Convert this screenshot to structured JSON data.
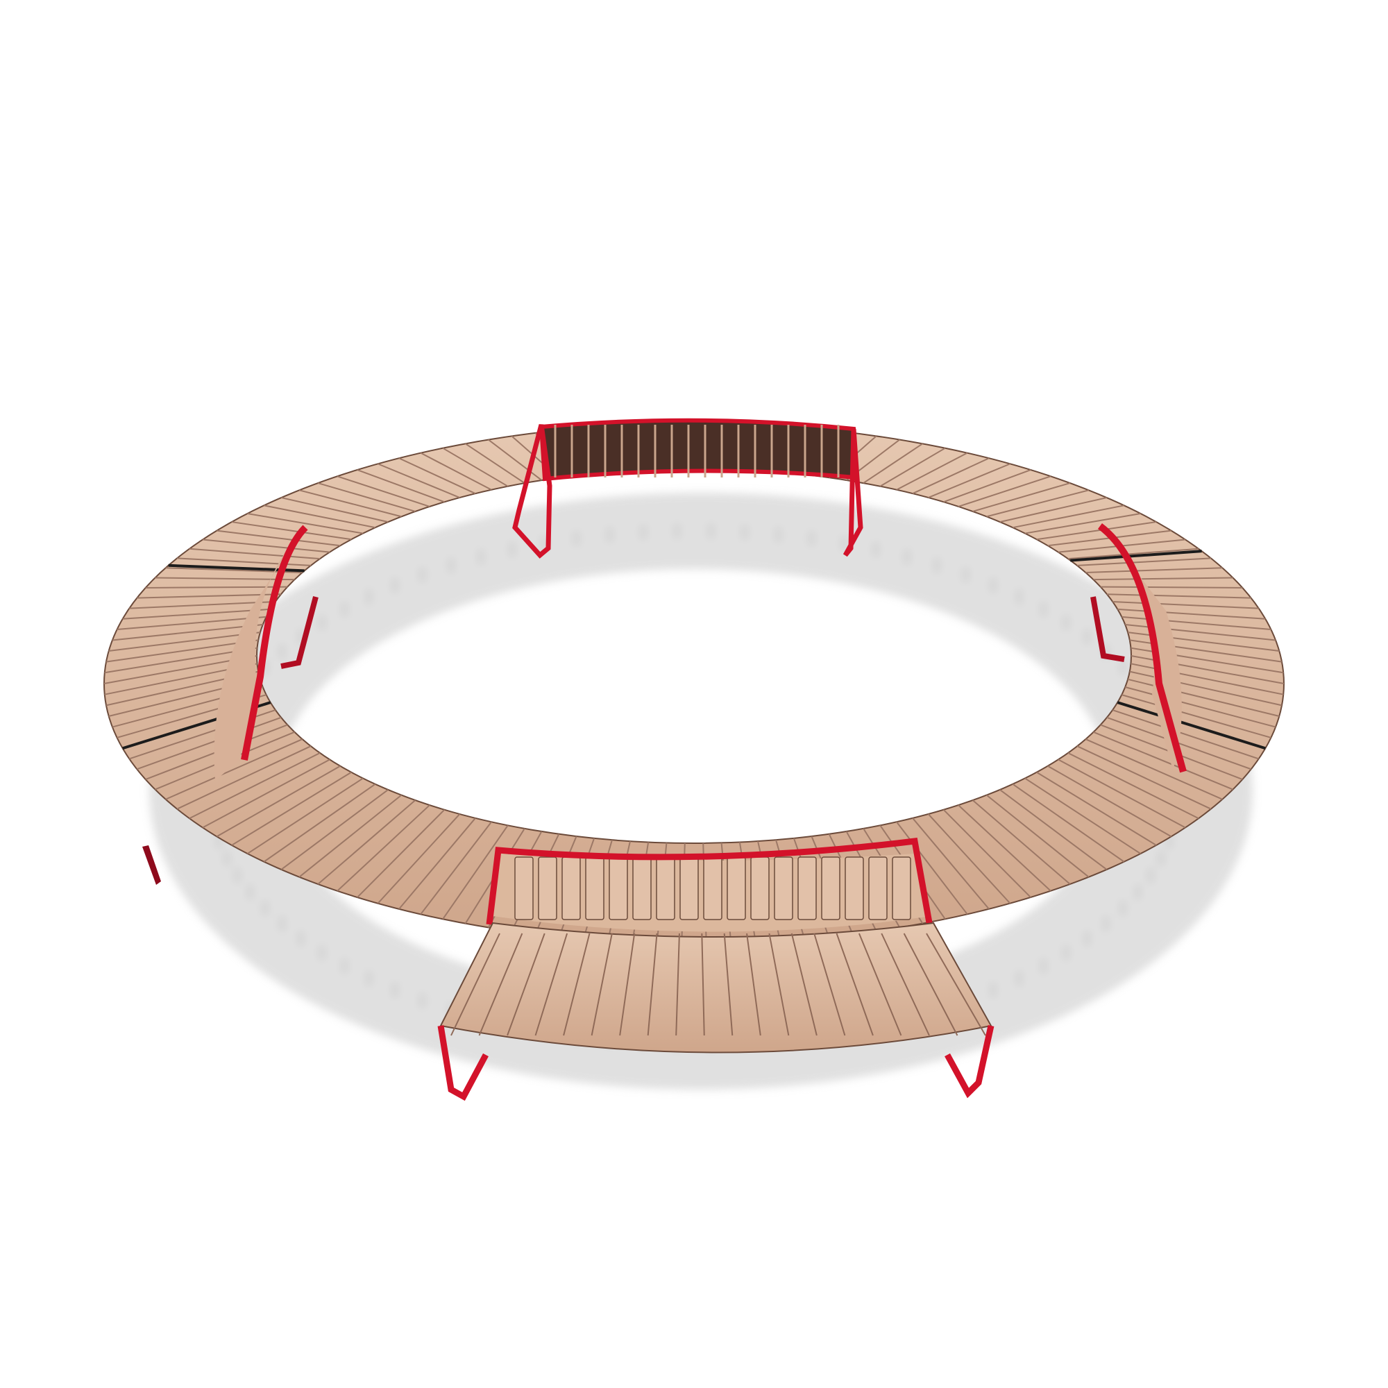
{
  "scene": {
    "subject": "circular-modular-bench",
    "background": "#ffffff",
    "colors": {
      "wood": "#dcb89d",
      "wood_light": "#e8ccb6",
      "wood_dark": "#c29c82",
      "slat_gap": "#7a5a48",
      "frame_red": "#d3122a",
      "frame_red_dark": "#8e0a1c",
      "shadow": "#c9c9c9",
      "back_inner_dark": "#4a2f26"
    },
    "modules": {
      "backless_segment_count": 6,
      "backed_segment_count": 4
    }
  }
}
